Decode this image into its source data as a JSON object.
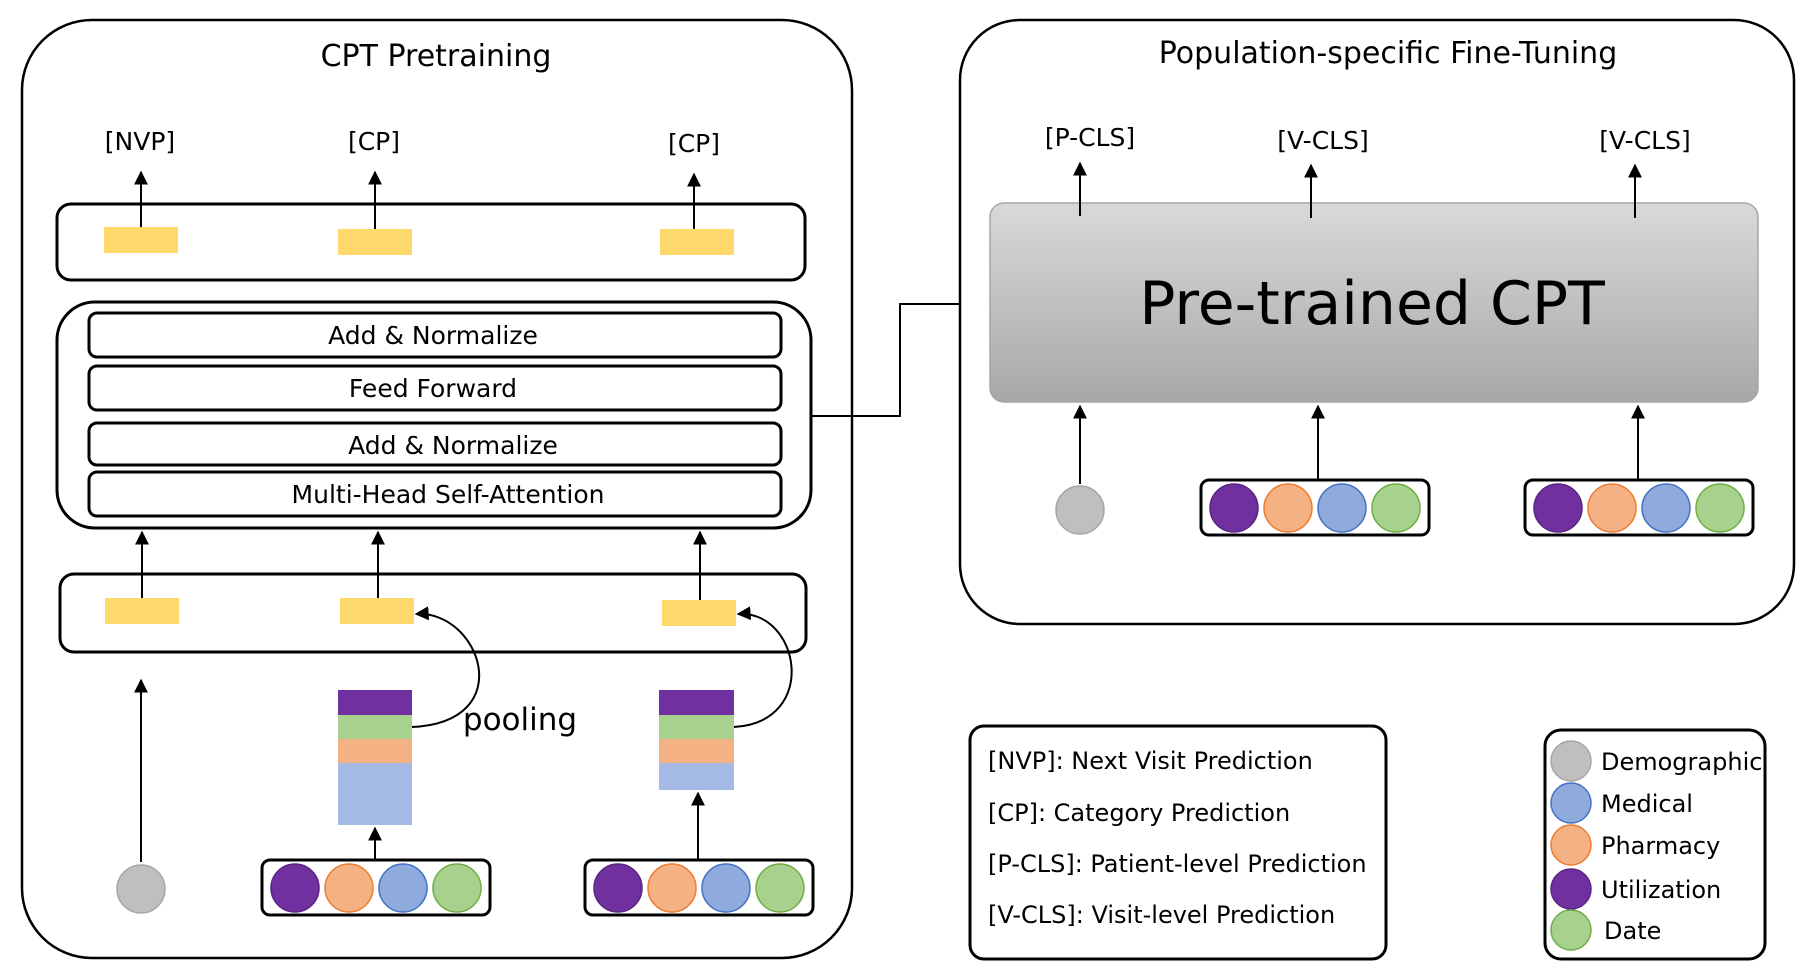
{
  "colors": {
    "token": "#FFD966",
    "demographic": "#BFBFBF",
    "medical": "#8FAADC",
    "pharmacy": "#F4B183",
    "utilization": "#7030A0",
    "date": "#A9D18E",
    "pooled_medical": "#A4B9E3",
    "pretrained_gray_top": "#D9D9D9",
    "pretrained_gray_bottom": "#A6A6A6"
  },
  "left_panel": {
    "title": "CPT Pretraining",
    "output_labels": [
      "[NVP]",
      "[CP]",
      "[CP]"
    ],
    "encoder_layers": [
      "Add & Normalize",
      "Feed Forward",
      "Add & Normalize",
      "Multi-Head Self-Attention"
    ],
    "pooling_label": "pooling"
  },
  "right_panel": {
    "title": "Population-specific Fine-Tuning",
    "output_labels": [
      "[P-CLS]",
      "[V-CLS]",
      "[V-CLS]"
    ],
    "model_label": "Pre-trained CPT"
  },
  "abbreviation_legend": [
    "[NVP]: Next Visit Prediction",
    "[CP]: Category Prediction",
    "[P-CLS]: Patient-level Prediction",
    "[V-CLS]: Visit-level Prediction"
  ],
  "color_legend": [
    {
      "label": "Demographic",
      "color": "#BFBFBF",
      "stroke": "#A6A6A6"
    },
    {
      "label": "Medical",
      "color": "#8FAADC",
      "stroke": "#4472C4"
    },
    {
      "label": "Pharmacy",
      "color": "#F4B183",
      "stroke": "#ED7D31"
    },
    {
      "label": "Utilization",
      "color": "#7030A0",
      "stroke": "#5B2583"
    },
    {
      "label": "Date",
      "color": "#A9D18E",
      "stroke": "#70AD47"
    }
  ]
}
